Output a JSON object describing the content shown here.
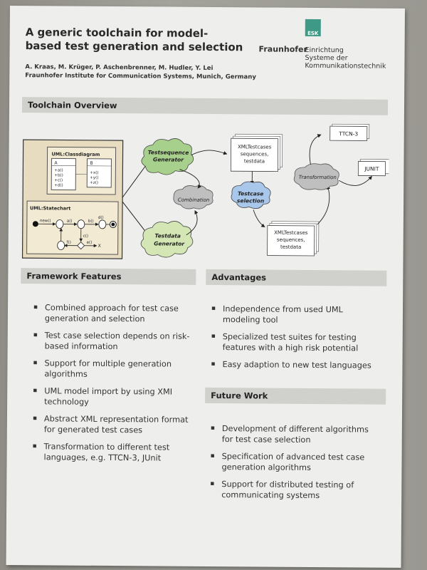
{
  "poster": {
    "title_line1": "A generic toolchain for model-",
    "title_line2": "based test generation and selection",
    "authors": "A. Kraas, M. Krüger, P. Aschenbrenner, M. Hudler, Y. Lei",
    "institute": "Fraunhofer Institute for Communication Systems, Munich, Germany",
    "logo": {
      "mark": "ESK",
      "word": "Fraunhofer",
      "text_lines": [
        "Einrichtung",
        "Systeme der",
        "Kommunikationstechnik"
      ],
      "color": "#3e9a86"
    }
  },
  "overview": {
    "heading": "Toolchain Overview",
    "diagram": {
      "classdiagram_title": "UML:Classdiagram",
      "class_a": "A",
      "class_a_methods": [
        "+a()",
        "+b()",
        "+c()",
        "+d()"
      ],
      "class_b": "B",
      "class_b_methods": [
        "+x()",
        "+y()",
        "+z()"
      ],
      "statechart_title": "UML:Statechart",
      "sc_labels": [
        "new()",
        "a()",
        "b()",
        "d()",
        "c()",
        "f()",
        "e()",
        "X"
      ],
      "testsequence_line1": "Testsequence",
      "testsequence_line2": "Generator",
      "testdata_line1": "Testdata",
      "testdata_line2": "Generator",
      "combination": "Combination",
      "xml_top_lines": [
        "XMLTestcases",
        "sequences,",
        "testdata"
      ],
      "testcase_line1": "Testcase",
      "testcase_line2": "selection",
      "xml_bottom_lines": [
        "XMLTestcases",
        "sequences,",
        "testdata"
      ],
      "transformation": "Transformation",
      "ttcn3": "TTCN-3",
      "junit": "JUNIT",
      "colors": {
        "green": "#a8d08d",
        "lightgreen": "#d3e6b4",
        "blue": "#a9c7ea",
        "gray": "#bfbfbf",
        "tan": "#e8dcc0"
      }
    }
  },
  "features": {
    "heading": "Framework Features",
    "items": [
      [
        "Combined approach for test case",
        "generation and selection"
      ],
      [
        "Test case selection depends on risk-",
        "based information"
      ],
      [
        "Support for multiple generation",
        "algorithms"
      ],
      [
        "UML model import by using XMI",
        "technology"
      ],
      [
        "Abstract XML representation format",
        "for generated test cases"
      ],
      [
        "Transformation to different test",
        "languages, e.g. TTCN-3, JUnit"
      ]
    ]
  },
  "advantages": {
    "heading": "Advantages",
    "items": [
      [
        "Independence from used UML",
        "modeling tool"
      ],
      [
        "Specialized test suites for testing",
        "features with a high risk potential"
      ],
      [
        "Easy adaption to new test languages"
      ]
    ]
  },
  "future": {
    "heading": "Future Work",
    "items": [
      [
        "Development of different algorithms",
        "for test case selection"
      ],
      [
        "Specification of advanced test case",
        "generation algorithms"
      ],
      [
        "Support for distributed testing of",
        "communicating systems"
      ]
    ]
  }
}
